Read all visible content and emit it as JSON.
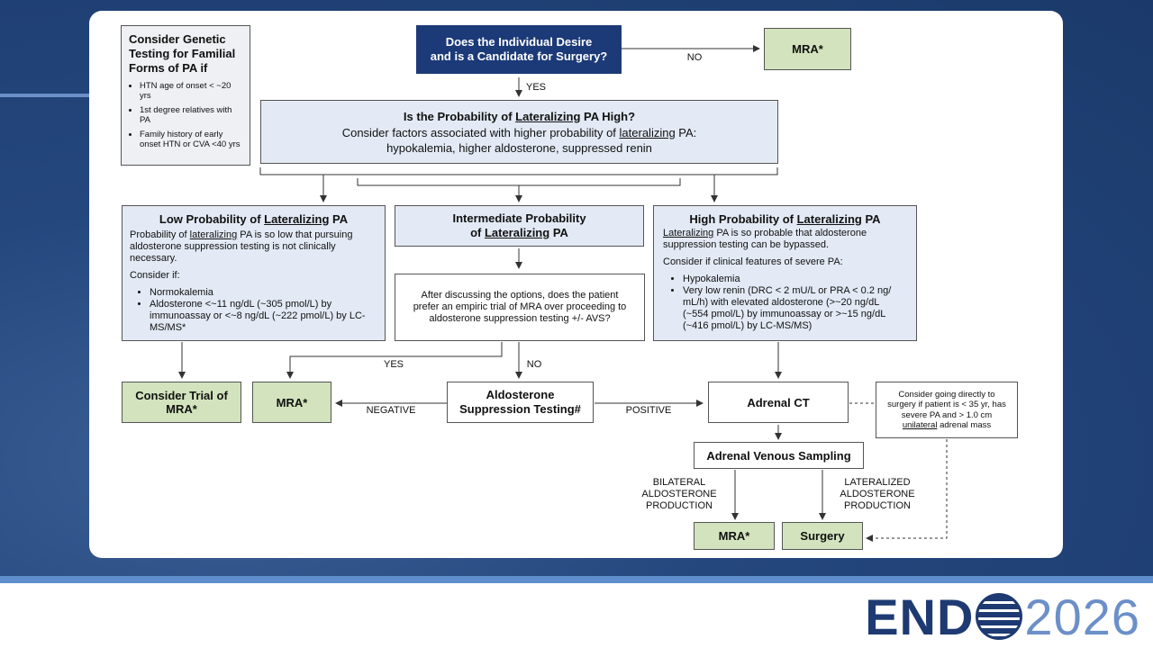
{
  "genetic": {
    "title": "Consider Genetic Testing for Familial Forms of PA if",
    "items": [
      "HTN age of onset < ~20 yrs",
      "1st degree relatives with PA",
      "Family history of early onset HTN or CVA <40 yrs"
    ]
  },
  "surgery_q": {
    "line1": "Does the Individual Desire",
    "line2": "and is a Candidate for Surgery?"
  },
  "labels": {
    "no": "NO",
    "yes": "YES",
    "negative": "NEGATIVE",
    "positive": "POSITIVE",
    "bilateral": [
      "BILATERAL",
      "ALDOSTERONE",
      "PRODUCTION"
    ],
    "lateralized": [
      "LATERALIZED",
      "ALDOSTERONE",
      "PRODUCTION"
    ]
  },
  "mra": "MRA*",
  "probability": {
    "title_pre": "Is the Probability of ",
    "title_u": "Lateralizing",
    "title_post": " PA High?",
    "line2_pre": "Consider factors associated with higher probability of ",
    "line2_u": "lateralizing",
    "line2_post": " PA:",
    "line3": "hypokalemia, higher aldosterone, suppressed renin"
  },
  "low": {
    "title_pre": "Low Probability of ",
    "title_u": "Lateralizing",
    "title_post": " PA",
    "desc_pre": "Probability of ",
    "desc_u": "lateralizing",
    "desc_post": " PA is so low that pursuing aldosterone suppression testing is not clinically necessary.",
    "consider": "Consider if:",
    "items": [
      "Normokalemia",
      "Aldosterone <~11 ng/dL (~305 pmol/L) by immunoassay or <~8 ng/dL (~222 pmol/L) by LC-MS/MS*"
    ]
  },
  "intermediate": {
    "line1": "Intermediate Probability",
    "line2_pre": "of ",
    "line2_u": "Lateralizing",
    "line2_post": " PA",
    "question": "After discussing the options, does the patient prefer an empiric trial of MRA over proceeding to aldosterone suppression testing +/- AVS?"
  },
  "high": {
    "title_pre": "High Probability of ",
    "title_u": "Lateralizing",
    "title_post": " PA",
    "desc_u": "Lateralizing",
    "desc_post": " PA is so probable that aldosterone suppression testing can be bypassed.",
    "consider": "Consider if clinical features of severe PA:",
    "items": [
      "Hypokalemia",
      "Very low renin (DRC < 2 mU/L or PRA < 0.2 ng/ mL/h) with elevated aldosterone (>~20 ng/dL (~554 pmol/L) by immunoassay or >~15 ng/dL (~416 pmol/L) by LC-MS/MS)"
    ]
  },
  "consider_trial": "Consider Trial of MRA*",
  "suppression": {
    "line1": "Aldosterone",
    "line2": "Suppression Testing#"
  },
  "adrenal_ct": "Adrenal CT",
  "direct_surgery": {
    "pre": "Consider going directly to surgery if patient is < 35 yr, has severe PA and > 1.0 cm ",
    "u": "unilateral",
    "post": " adrenal mass"
  },
  "avs": "Adrenal Venous Sampling",
  "surgery": "Surgery",
  "logo": {
    "brand": "END",
    "year": "2026"
  },
  "colors": {
    "navy": "#1c3a78",
    "blue_box": "#e3eaf5",
    "green_box": "#d2e3bd",
    "bg": "#24477e"
  }
}
